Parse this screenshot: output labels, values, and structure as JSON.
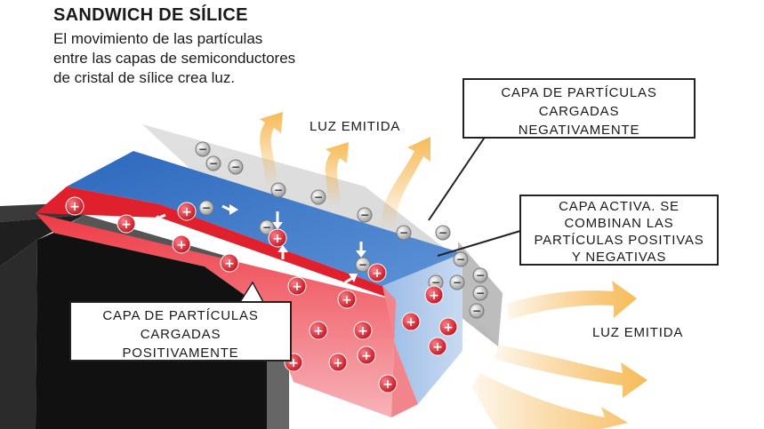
{
  "header": {
    "title": "SANDWICH DE SÍLICE",
    "subtitle_lines": [
      "El movimiento de las partículas",
      "entre las capas de semiconductores",
      "de cristal de sílice crea luz."
    ]
  },
  "labels": {
    "light_top": "LUZ EMITIDA",
    "light_right": "LUZ EMITIDA"
  },
  "callouts": {
    "negative": [
      "CAPA DE PARTÍCULAS",
      "CARGADAS",
      "NEGATIVAMENTE"
    ],
    "active": [
      "CAPA ACTIVA. SE",
      "COMBINAN LAS",
      "PARTÍCULAS POSITIVAS",
      "Y NEGATIVAS"
    ],
    "positive": [
      "CAPA DE PARTÍCULAS",
      "CARGADAS",
      "POSITIVAMENTE"
    ]
  },
  "symbols": {
    "positive": "+",
    "negative": "−"
  },
  "colors": {
    "negative_layer": "#c9c9c9",
    "active_layer": "#3a74c6",
    "positive_layer": "#e1202e",
    "light_glow": "#f2b24a"
  }
}
